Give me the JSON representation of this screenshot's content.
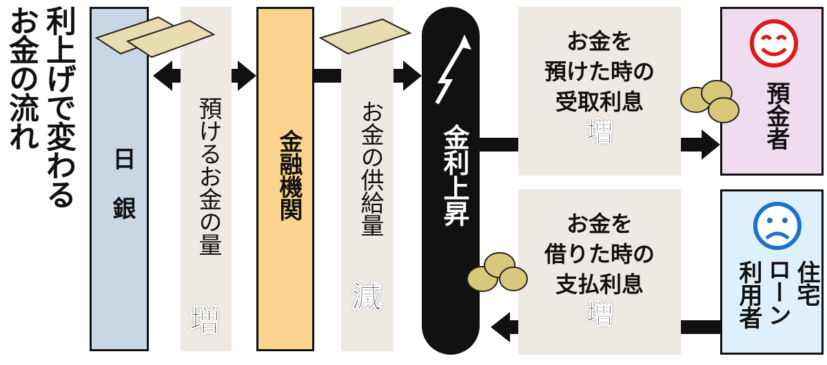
{
  "title": {
    "line1": "利上げで変わる",
    "line2": "お金の流れ"
  },
  "boj": {
    "label": "日 銀",
    "color": "#c9d7e4"
  },
  "deposit_flow": {
    "label": "預けるお金の量",
    "change": "増"
  },
  "financial_institutions": {
    "label": "金融機関",
    "color": "#fad48e"
  },
  "supply_flow": {
    "label": "お金の供給量",
    "change": "減"
  },
  "rate_rise": {
    "label": "金利上昇"
  },
  "deposit_interest": {
    "line1": "お金を",
    "line2": "預けた時の",
    "line3": "受取利息",
    "change": "増"
  },
  "loan_interest": {
    "line1": "お金を",
    "line2": "借りた時の",
    "line3": "支払利息",
    "change": "増"
  },
  "depositor": {
    "label": "預金者",
    "color": "#efdcee",
    "face": "smile-icon",
    "face_color": "#e01818"
  },
  "borrower": {
    "label1": "住宅",
    "label2": "ローン",
    "label3": "利用者",
    "color": "#def0fb",
    "face": "sad-icon",
    "face_color": "#1b73c9"
  }
}
